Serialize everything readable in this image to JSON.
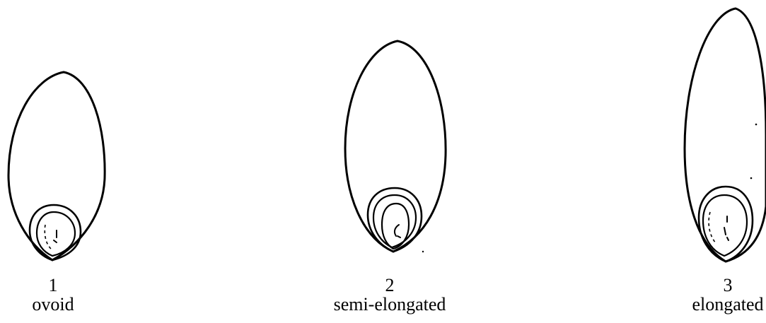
{
  "seed_shapes": [
    {
      "number": "1",
      "label": "ovoid"
    },
    {
      "number": "2",
      "label": "semi-elongated"
    },
    {
      "number": "3",
      "label": "elongated"
    }
  ]
}
